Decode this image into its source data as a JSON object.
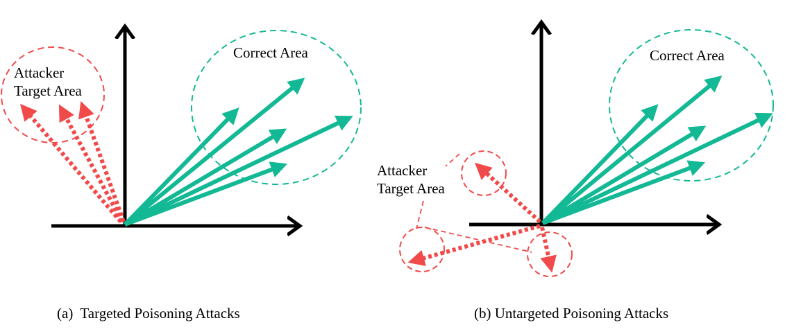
{
  "colors": {
    "axis": "#000000",
    "benign": "#13b894",
    "attacker": "#f04a4a"
  },
  "panels": [
    {
      "caption": "(a)  Targeted Poisoning Attacks",
      "correct_area_label": "Correct Area",
      "attacker_label_line1": "Attacker",
      "attacker_label_line2": "Target Area"
    },
    {
      "caption": "(b) Untargeted Poisoning Attacks",
      "correct_area_label": "Correct Area",
      "attacker_label_line1": "Attacker",
      "attacker_label_line2": "Target Area"
    }
  ]
}
